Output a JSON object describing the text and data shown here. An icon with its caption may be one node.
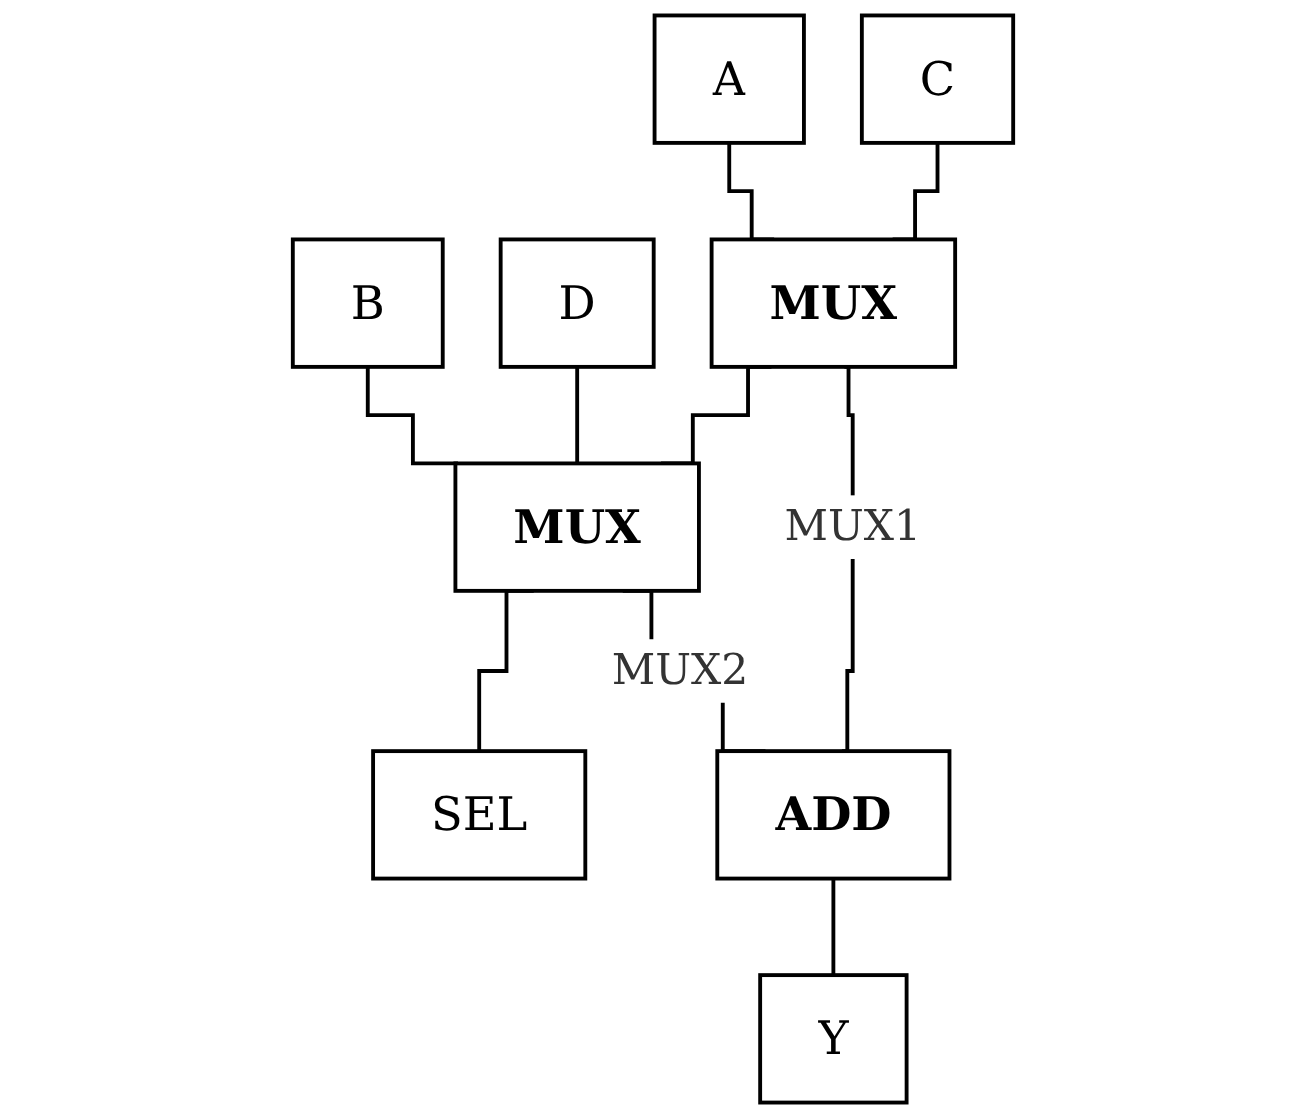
{
  "diagram": {
    "nodes": [
      {
        "text": [
          "A"
        ]
      },
      {
        "text": [
          "C"
        ]
      },
      {
        "text": [
          "B"
        ]
      },
      {
        "text": [
          "D"
        ]
      },
      {
        "text": [
          "MUX"
        ]
      },
      {
        "text": [
          "MUX"
        ]
      },
      {
        "text": [
          "SEL"
        ]
      },
      {
        "text": [
          "ADD"
        ]
      },
      {
        "text": [
          "Y"
        ]
      }
    ],
    "edges": [
      {
        "from": 0,
        "to": 4,
        "arrow": "none"
      },
      {
        "from": 1,
        "to": 4,
        "arrow": "none"
      },
      {
        "from": 2,
        "to": 5,
        "arrow": "none"
      },
      {
        "from": 3,
        "to": 5,
        "arrow": "none"
      },
      {
        "from": 4,
        "to": 5,
        "arrow": "none"
      },
      {
        "from": 5,
        "to": 6,
        "arrow": "none"
      },
      {
        "from": 4,
        "to": 7,
        "arrow": "none",
        "label": "MUX1"
      },
      {
        "from": 5,
        "to": 7,
        "arrow": "none",
        "label": "MUX2"
      },
      {
        "from": 7,
        "to": 8,
        "arrow": "none"
      }
    ]
  }
}
